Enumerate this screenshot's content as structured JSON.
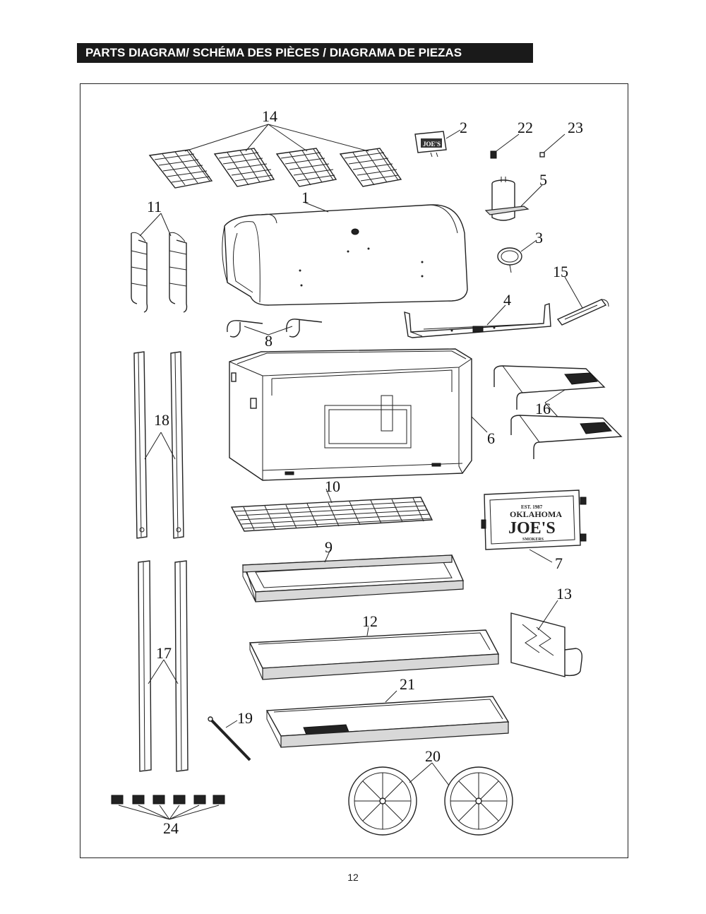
{
  "header": {
    "title": "PARTS DIAGRAM/ SCHÉMA DES PIÈCES / DIAGRAMA DE PIEZAS"
  },
  "callouts": {
    "p1": "1",
    "p2": "2",
    "p3": "3",
    "p4": "4",
    "p5": "5",
    "p6": "6",
    "p7": "7",
    "p8": "8",
    "p9": "9",
    "p10": "10",
    "p11": "11",
    "p12": "12",
    "p13": "13",
    "p14": "14",
    "p15": "15",
    "p16": "16",
    "p17": "17",
    "p18": "18",
    "p19": "19",
    "p20": "20",
    "p21": "21",
    "p22": "22",
    "p23": "23",
    "p24": "24"
  },
  "door_logo": {
    "line1": "EST. 1987",
    "line2": "OKLAHOMA",
    "line3": "JOE'S",
    "line4": "SMOKERS"
  },
  "badge_logo": {
    "text": "JOE'S"
  },
  "footer": {
    "page_number": "12"
  }
}
